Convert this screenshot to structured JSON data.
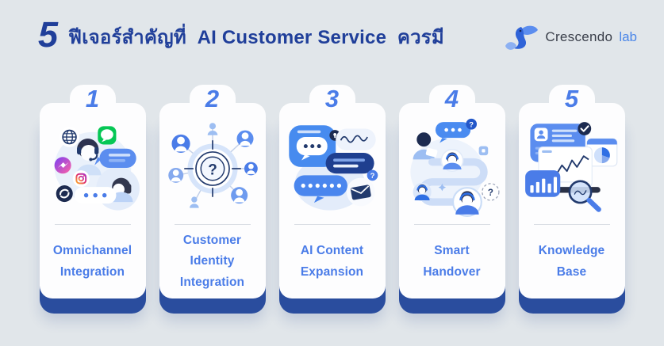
{
  "page": {
    "background_color": "#e1e6ea"
  },
  "header": {
    "count": "5",
    "title": "ฟีเจอร์สำคัญที่  AI Customer Service  ควรมี",
    "title_color": "#203f9a"
  },
  "logo": {
    "brand": "Crescendo",
    "suffix": "lab",
    "icon": "pelican-bird-icon",
    "brand_color": "#3a3f4a",
    "suffix_color": "#4a86e8"
  },
  "cards": [
    {
      "number": "1",
      "label": "Omnichannel\nIntegration",
      "illustration": "omnichannel-illustration",
      "icons": [
        "globe-icon",
        "line-app-icon",
        "messenger-icon",
        "instagram-icon",
        "dark-orbit-icon",
        "agent-avatar",
        "customer-avatar",
        "chat-bubble-icon",
        "typing-dots-icon"
      ]
    },
    {
      "number": "2",
      "label": "Customer\nIdentity\nIntegration",
      "illustration": "identity-target-illustration",
      "icons": [
        "crosshair-target-icon",
        "question-mark-icon",
        "user-avatar-icon",
        "network-lines"
      ]
    },
    {
      "number": "3",
      "label": "AI Content\nExpansion",
      "illustration": "content-bubbles-illustration",
      "icons": [
        "chat-bubble-icon",
        "notification-badge-icon",
        "wavy-text-bubble-icon",
        "message-pill-icon",
        "dots-pill-icon",
        "envelope-icon",
        "question-badge-icon"
      ]
    },
    {
      "number": "4",
      "label": "Smart\nHandover",
      "illustration": "handover-flow-illustration",
      "icons": [
        "typing-bubble-icon",
        "question-badge-icon",
        "flow-path",
        "agent-avatar",
        "headset-agent-icon",
        "thought-bubble-icon"
      ]
    },
    {
      "number": "5",
      "label": "Knowledge\nBase",
      "illustration": "knowledge-dashboard-illustration",
      "icons": [
        "id-card-icon",
        "check-badge-icon",
        "pie-chart-icon",
        "line-chart-icon",
        "bar-chart-icon",
        "magnifier-icon",
        "laptop-icon"
      ]
    }
  ],
  "colors": {
    "accent_blue": "#4a7ce8",
    "navy_title": "#203f9a",
    "card_base": "#2a4d9e",
    "card_bg": "#fdfdfe",
    "divider": "#d9dee4",
    "line_green": "#06c755"
  }
}
